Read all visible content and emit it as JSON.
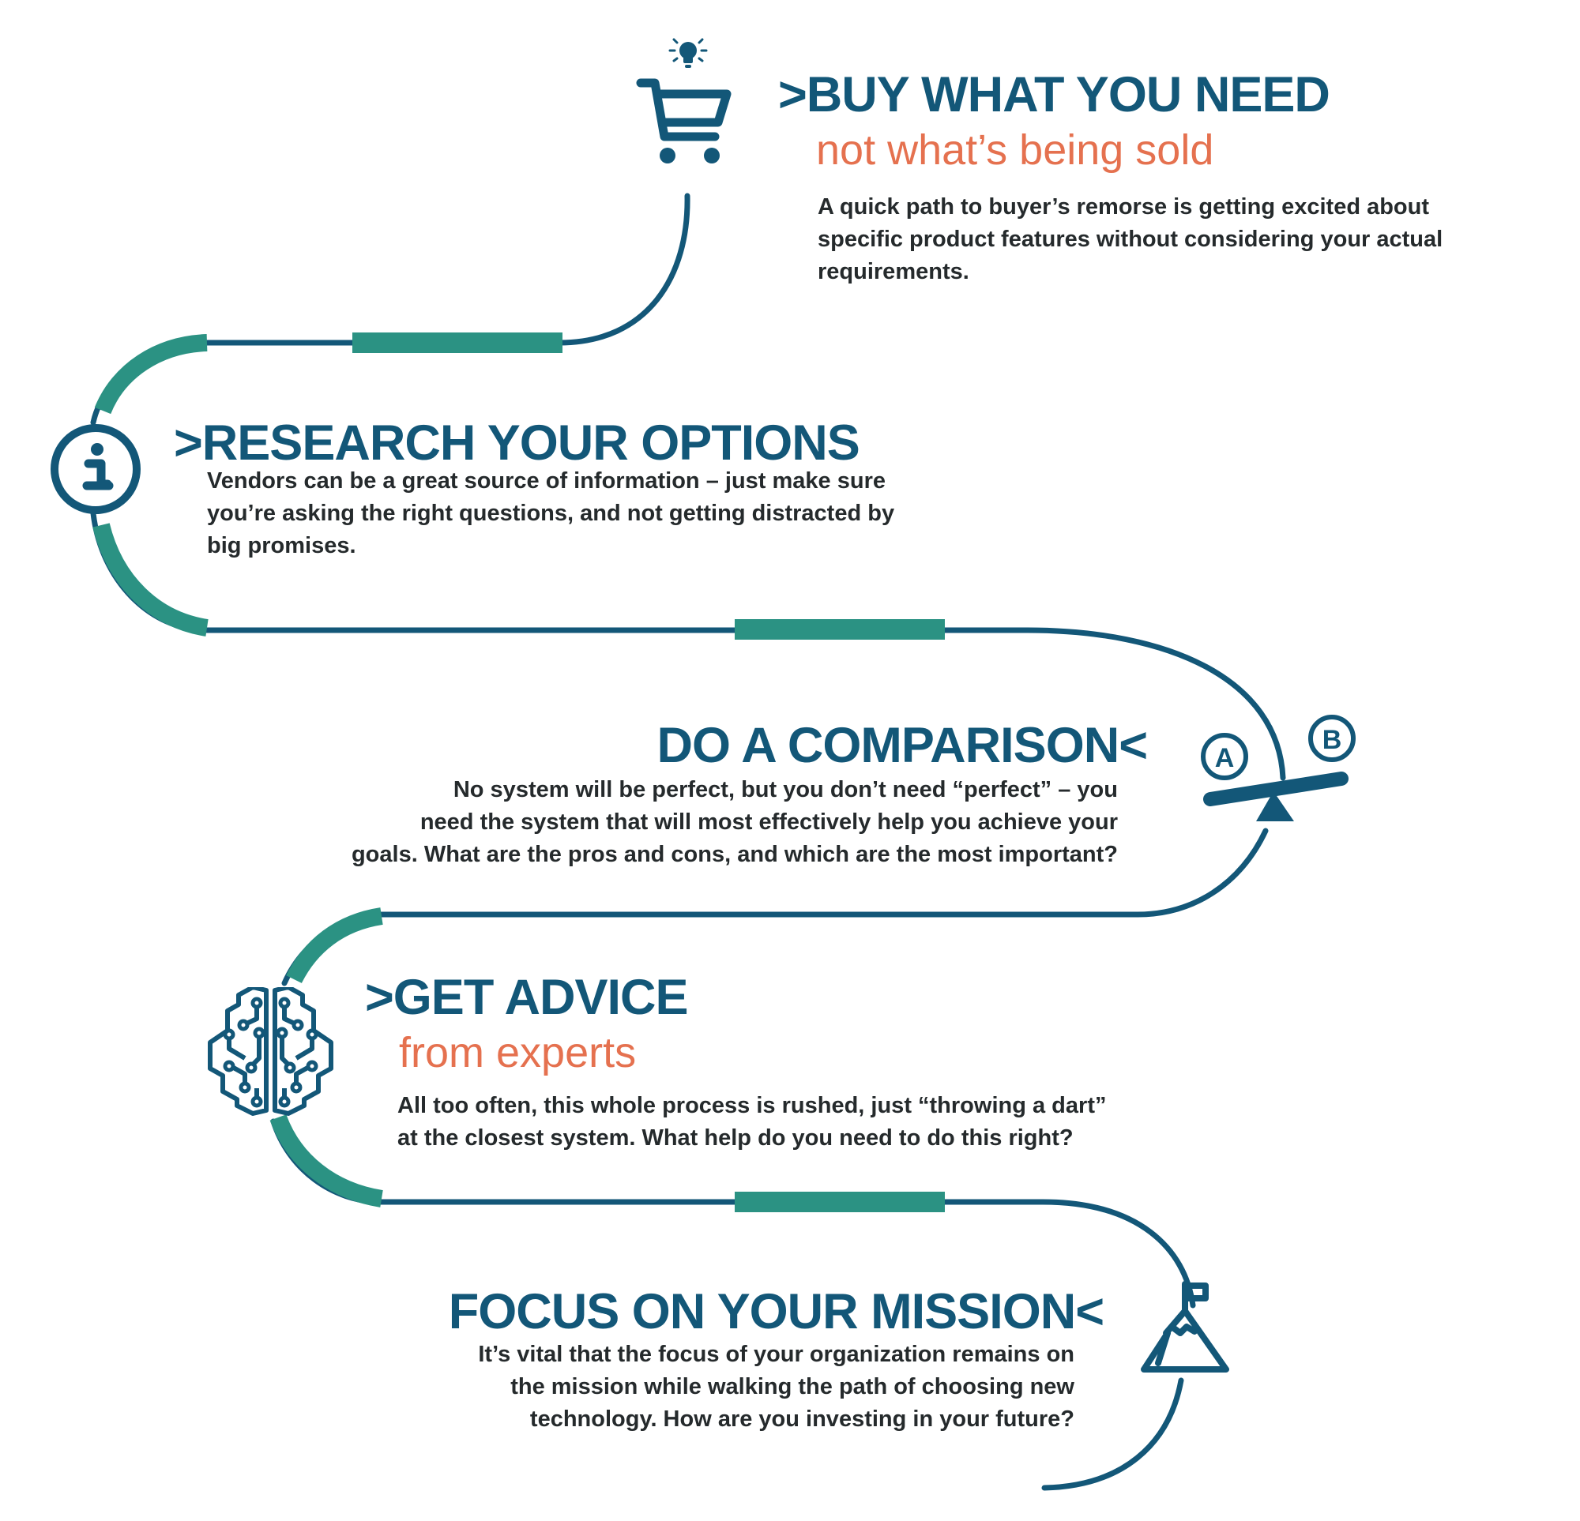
{
  "colors": {
    "path": "#135778",
    "accent_teal": "#2B9283",
    "heading": "#135778",
    "subtitle": "#E5714F",
    "body": "#252A2C",
    "background": "#FFFFFF"
  },
  "steps": [
    {
      "heading": ">BUY WHAT YOU NEED",
      "subtitle": "not what’s being sold",
      "body_lines": [
        "A quick path to buyer’s remorse is getting excited about",
        "specific product features without considering your actual",
        "requirements."
      ],
      "icons": [
        "lightbulb-icon",
        "shopping-cart-icon"
      ]
    },
    {
      "heading": ">RESEARCH YOUR OPTIONS",
      "body_lines": [
        "Vendors can be a great source of information – just make sure",
        "you’re asking the right questions, and not getting distracted by",
        "big promises."
      ],
      "icons": [
        "info-icon"
      ]
    },
    {
      "heading": "DO A COMPARISON<",
      "body_lines": [
        "No system will be perfect, but you don’t need “perfect” – you",
        "need the system that will most effectively help you achieve your",
        "goals. What are the pros and cons, and which are the most important?"
      ],
      "icons": [
        "seesaw-a-b-icon"
      ],
      "icon_labels": {
        "a": "A",
        "b": "B"
      }
    },
    {
      "heading": ">GET ADVICE",
      "subtitle": "from experts",
      "body_lines": [
        "All too often, this whole process is rushed, just “throwing a dart”",
        "at the closest system. What help do you need to do this right?"
      ],
      "icons": [
        "circuit-brain-icon"
      ]
    },
    {
      "heading": "FOCUS ON YOUR MISSION<",
      "body_lines": [
        "It’s vital that the focus of your organization remains on",
        "the mission while walking the path of choosing new",
        "technology. How are you investing in your future?"
      ],
      "icons": [
        "mountain-flag-icon"
      ]
    }
  ]
}
